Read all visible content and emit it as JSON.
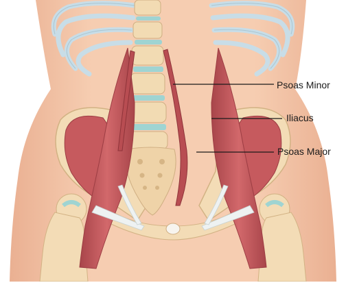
{
  "labels": {
    "psoas_minor": "Psoas Minor",
    "iliacus": "Iliacus",
    "psoas_major": "Psoas Major"
  },
  "colors": {
    "skin": "#f4c7a9",
    "skin_shadow": "#e9b092",
    "bone": "#f3dcb6",
    "bone_shadow": "#d8b688",
    "cartilage": "#9fd4d2",
    "ribs": "#c6dde6",
    "muscle": "#c65a5e",
    "muscle_dark": "#9c3d43",
    "tendon": "#eef2f2",
    "leader_line": "#1a1a1a"
  }
}
